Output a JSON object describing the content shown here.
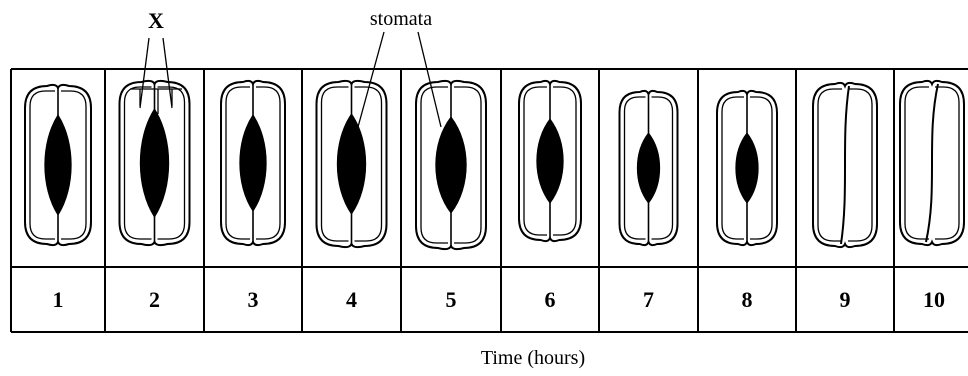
{
  "labels": {
    "x_marker": "X",
    "stomata": "stomata",
    "time_axis": "Time (hours)"
  },
  "cells": [
    {
      "number": "1",
      "stoma_open": true
    },
    {
      "number": "2",
      "stoma_open": true
    },
    {
      "number": "3",
      "stoma_open": true
    },
    {
      "number": "4",
      "stoma_open": true
    },
    {
      "number": "5",
      "stoma_open": true
    },
    {
      "number": "6",
      "stoma_open": true
    },
    {
      "number": "7",
      "stoma_open": true
    },
    {
      "number": "8",
      "stoma_open": true
    },
    {
      "number": "9",
      "stoma_open": false
    },
    {
      "number": "10",
      "stoma_open": false
    }
  ]
}
